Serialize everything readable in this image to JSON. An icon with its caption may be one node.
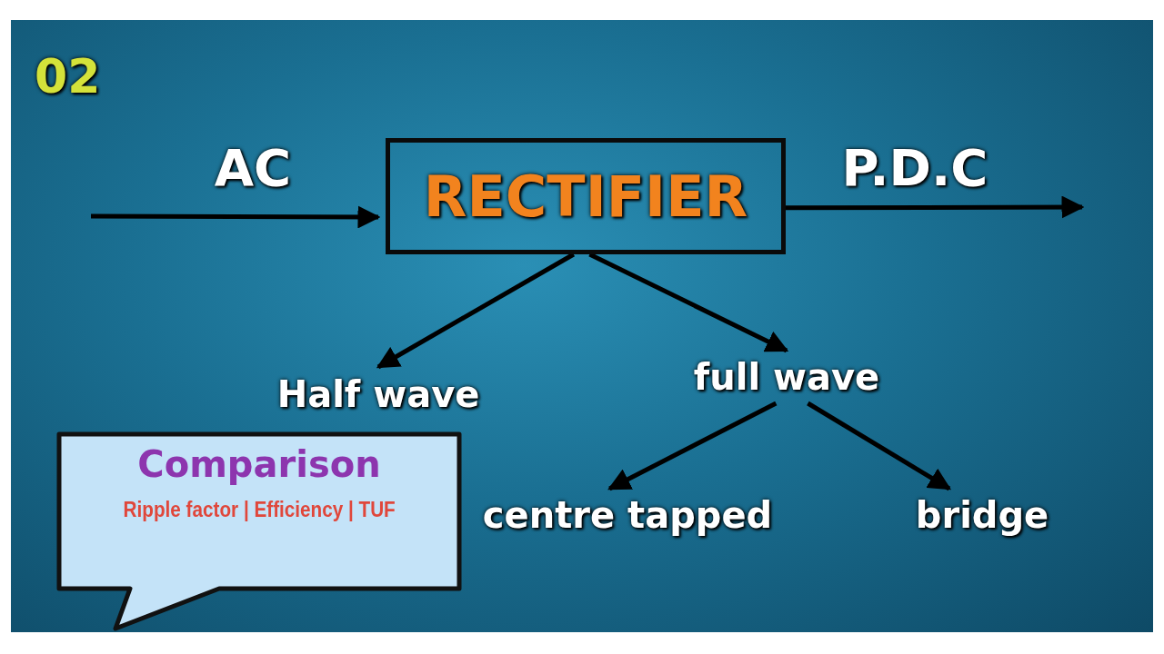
{
  "diagram": {
    "nodes": [
      {
        "text": [
          "RECTIFIER"
        ]
      },
      {
        "text": [
          "Half wave"
        ]
      },
      {
        "text": [
          "full wave"
        ]
      },
      {
        "text": [
          "centre tapped"
        ]
      },
      {
        "text": [
          "bridge"
        ]
      },
      {
        "text": [
          "Comparison",
          "Ripple factor | Efficiency | TUF"
        ]
      }
    ],
    "edges": [
      {
        "from": null,
        "to": 0,
        "arrow": "to",
        "label": "AC"
      },
      {
        "from": 0,
        "to": null,
        "arrow": "to",
        "label": "P.D.C"
      },
      {
        "from": 0,
        "to": 1,
        "arrow": "to"
      },
      {
        "from": 0,
        "to": 2,
        "arrow": "to"
      },
      {
        "from": 2,
        "to": 3,
        "arrow": "to"
      },
      {
        "from": 2,
        "to": 4,
        "arrow": "to"
      }
    ],
    "labels": [
      "02"
    ]
  }
}
